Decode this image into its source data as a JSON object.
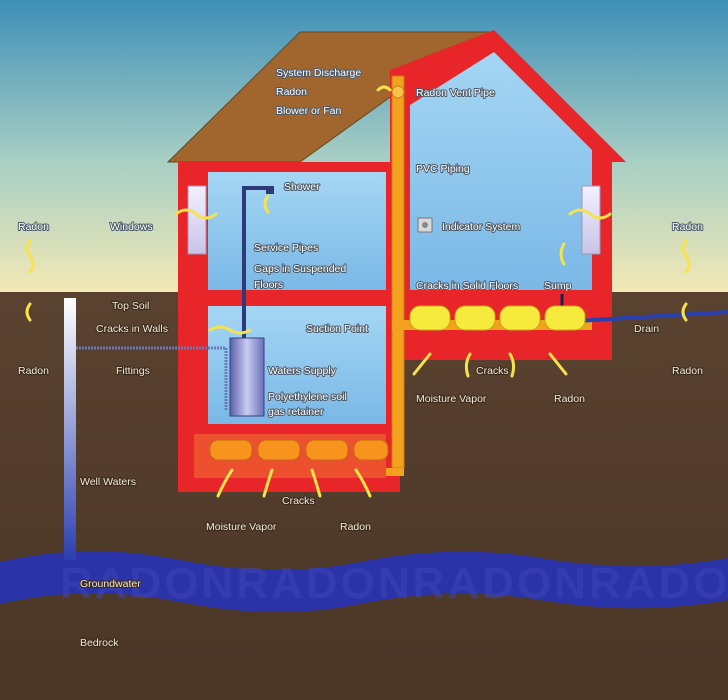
{
  "labels": {
    "system_discharge": "System Discharge",
    "radon_roof": "Radon",
    "blower_or_fan": "Blower or Fan",
    "radon_vent_pipe": "Radon Vent Pipe",
    "pvc_piping": "PVC Piping",
    "shower": "Shower",
    "indicator_system": "Indicator System",
    "radon_left_sky": "Radon",
    "windows": "Windows",
    "radon_right_sky": "Radon",
    "service_pipes": "Service Pipes",
    "gaps_line1": "Gaps in Suspended",
    "gaps_line2": "Floors",
    "cracks_solid_floors": "Cracks in Solid Floors",
    "sump": "Sump",
    "top_soil": "Top Soil",
    "cracks_in_walls": "Cracks in Walls",
    "suction_point": "Suction Point",
    "drain": "Drain",
    "radon_left_ground": "Radon",
    "fittings": "Fittings",
    "waters_supply": "Waters Supply",
    "cracks_right": "Cracks",
    "radon_right_ground": "Radon",
    "poly_line1": "Polyethylene soil",
    "poly_line2": "gas retainer",
    "moisture_vapor_right": "Moisture Vapor",
    "radon_right_bottom": "Radon",
    "well_waters": "Well Waters",
    "cracks_bottom": "Cracks",
    "moisture_vapor_bottom": "Moisture Vapor",
    "radon_bottom": "Radon",
    "groundwater": "Groundwater",
    "bedrock": "Bedrock",
    "watermark": "RADONRADONRADONRADON"
  },
  "colors": {
    "sky_top": "#3f8fb8",
    "sky_bottom": "#f3e9b4",
    "soil": "#4e3a2a",
    "groundwater": "#2a33a8",
    "walls": "#e8262a",
    "roof": "#a0662e",
    "interior": "#8fc8ee",
    "pipe": "#f2a21c",
    "gravel": "#f6ea3c",
    "radon_arrow": "#f6e34c"
  }
}
